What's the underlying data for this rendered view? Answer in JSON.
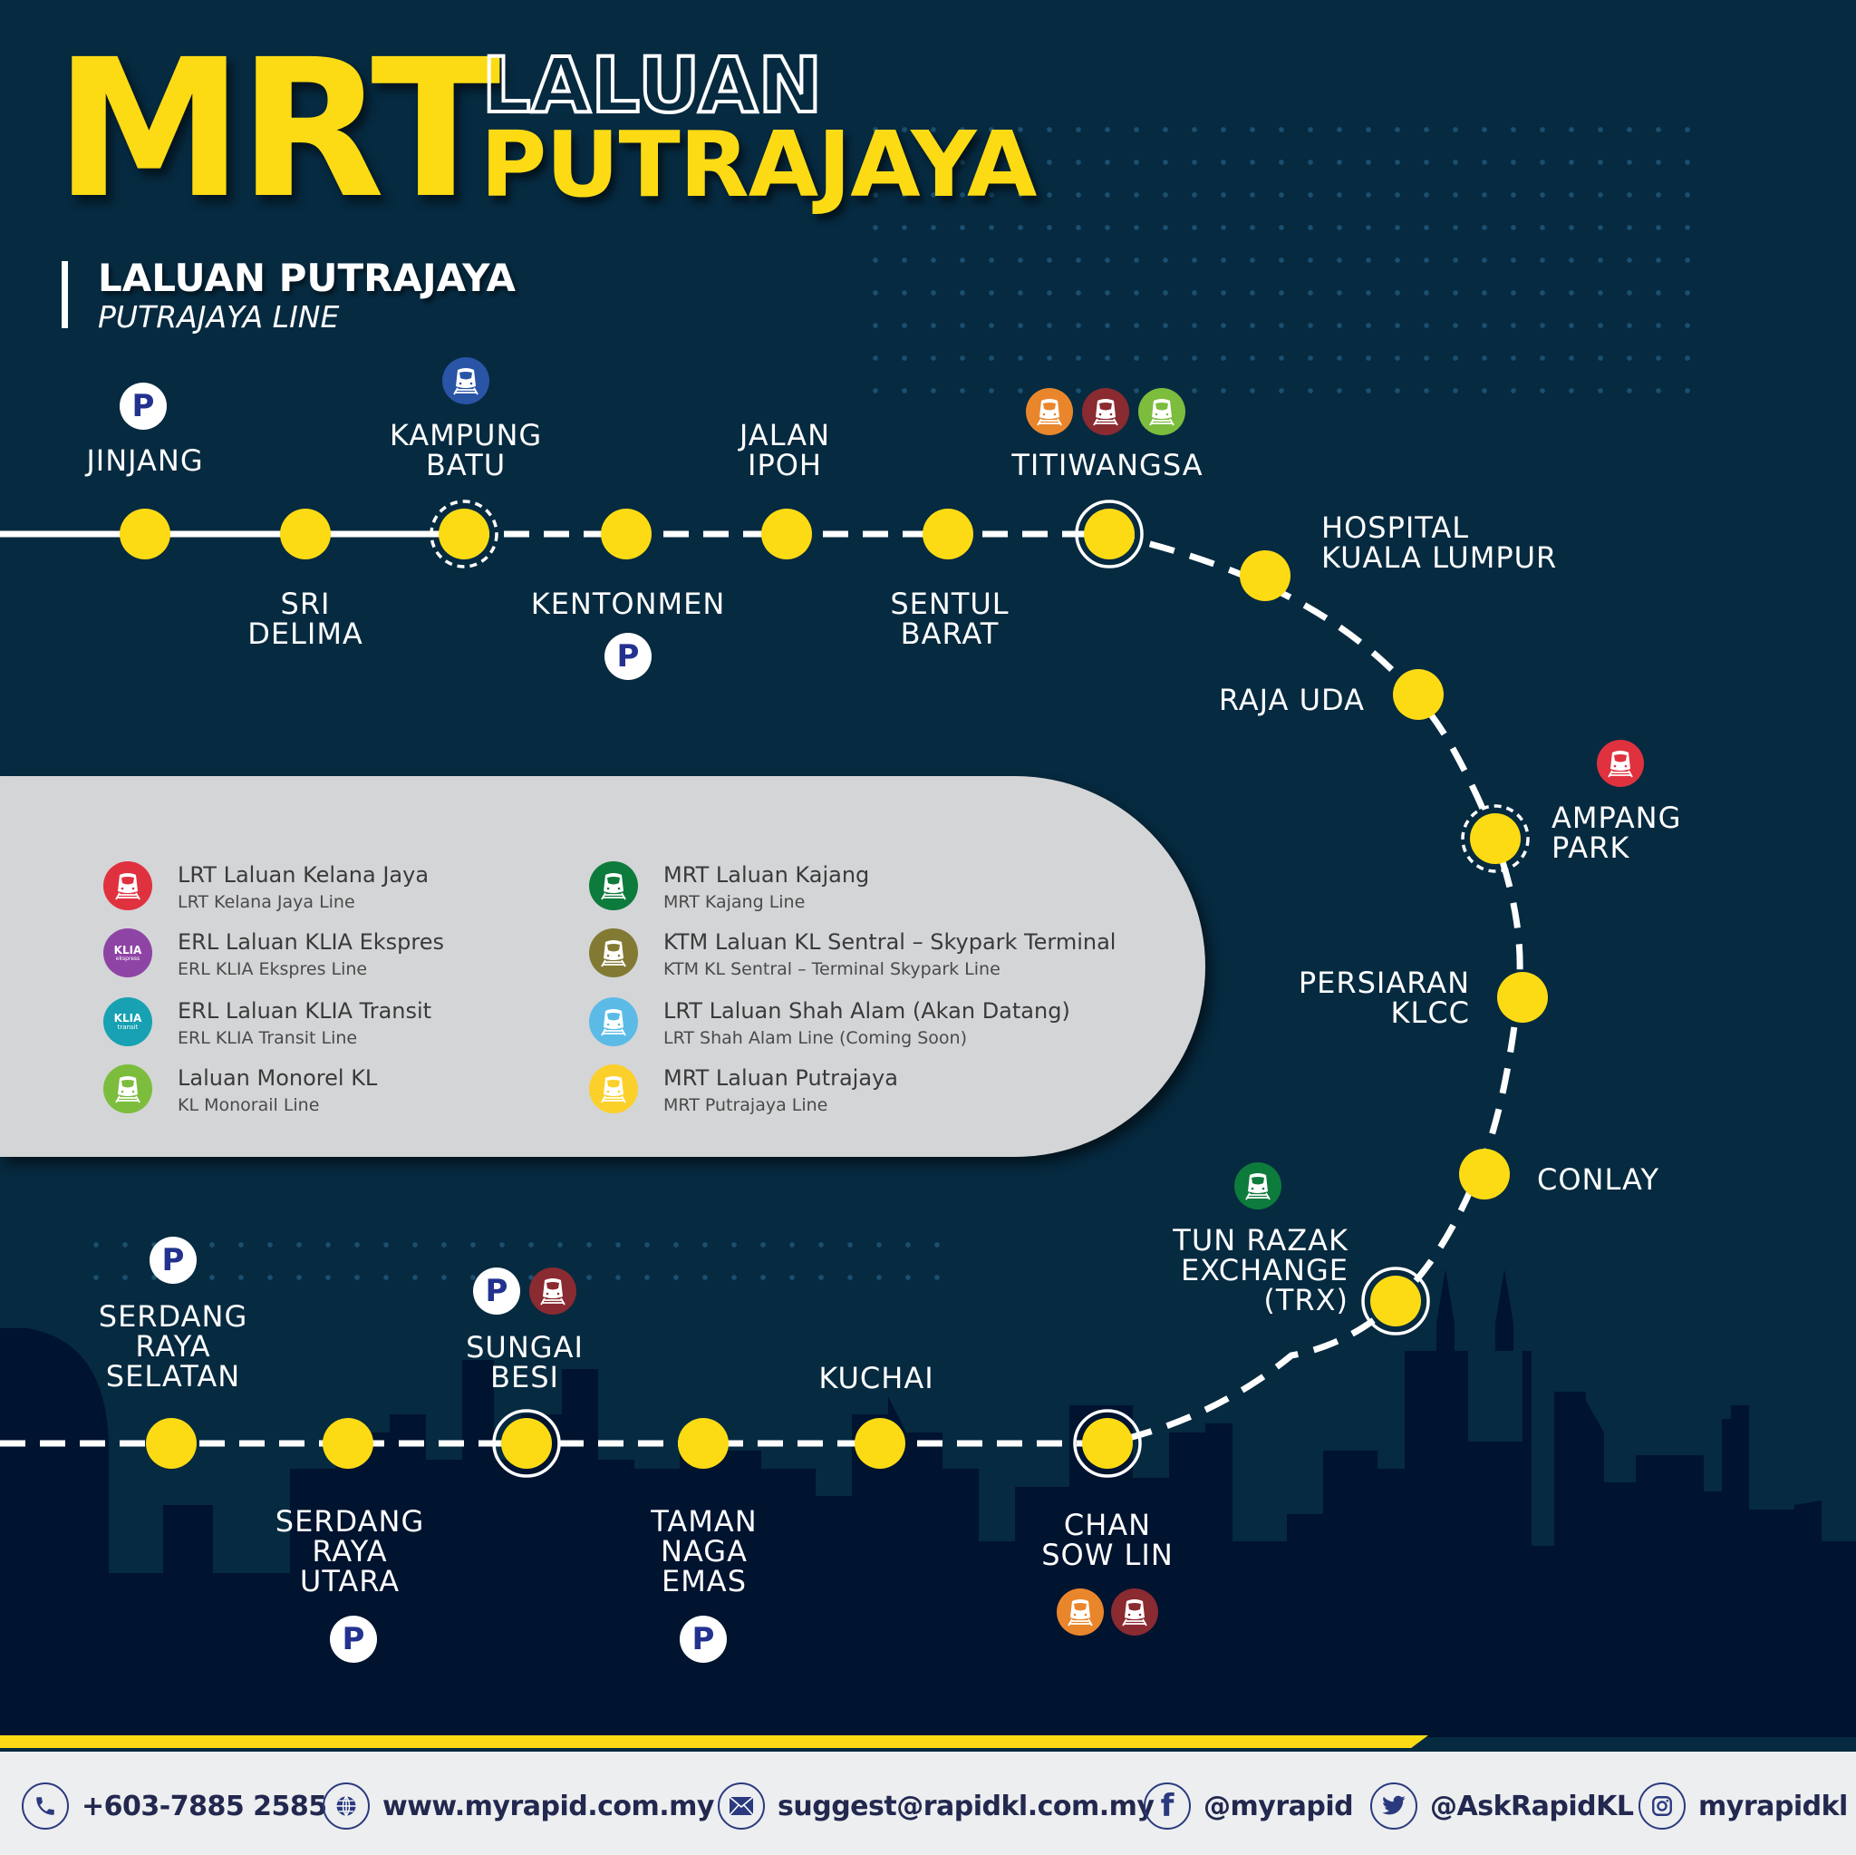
{
  "header": {
    "title_main": "MRT",
    "title_line1": "LALUAN",
    "title_line2": "PUTRAJAYA",
    "subtitle": "LALUAN PUTRAJAYA",
    "subtitle_en": "PUTRAJAYA LINE"
  },
  "colors": {
    "background": "#062a40",
    "skyline": "#00132f",
    "accent_yellow": "#fcdb14",
    "legend_bg": "#d4d5d7",
    "footer_bg": "#eceef0",
    "footer_text": "#23284f"
  },
  "stations": [
    {
      "name": "JINJANG",
      "interchange": false,
      "facilities": [
        "parking"
      ]
    },
    {
      "name": "SRI\nDELIMA",
      "interchange": false,
      "facilities": []
    },
    {
      "name": "KAMPUNG\nBATU",
      "interchange": "future",
      "facilities": [
        "ktm-line"
      ]
    },
    {
      "name": "KENTONMEN",
      "interchange": false,
      "facilities": [
        "parking"
      ]
    },
    {
      "name": "JALAN\nIPOH",
      "interchange": false,
      "facilities": []
    },
    {
      "name": "SENTUL\nBARAT",
      "interchange": false,
      "facilities": []
    },
    {
      "name": "TITIWANGSA",
      "interchange": true,
      "facilities": [
        "lrt-ampang-line",
        "lrt-sri-petaling-line",
        "monorail-line"
      ]
    },
    {
      "name": "HOSPITAL\nKUALA LUMPUR",
      "interchange": false,
      "facilities": []
    },
    {
      "name": "RAJA UDA",
      "interchange": false,
      "facilities": []
    },
    {
      "name": "AMPANG\nPARK",
      "interchange": "future",
      "facilities": [
        "lrt-kelana-jaya-line"
      ]
    },
    {
      "name": "PERSIARAN\nKLCC",
      "interchange": false,
      "facilities": []
    },
    {
      "name": "CONLAY",
      "interchange": false,
      "facilities": []
    },
    {
      "name": "TUN RAZAK\nEXCHANGE\n(TRX)",
      "interchange": true,
      "facilities": [
        "mrt-kajang-line"
      ]
    },
    {
      "name": "CHAN\nSOW LIN",
      "interchange": true,
      "facilities": [
        "lrt-ampang-line",
        "lrt-sri-petaling-line"
      ]
    },
    {
      "name": "KUCHAI",
      "interchange": false,
      "facilities": []
    },
    {
      "name": "TAMAN\nNAGA\nEMAS",
      "interchange": false,
      "facilities": [
        "parking"
      ]
    },
    {
      "name": "SUNGAI\nBESI",
      "interchange": true,
      "facilities": [
        "parking",
        "lrt-sri-petaling-line"
      ]
    },
    {
      "name": "SERDANG\nRAYA\nUTARA",
      "interchange": false,
      "facilities": [
        "parking"
      ]
    },
    {
      "name": "SERDANG\nRAYA\nSELATAN",
      "interchange": false,
      "facilities": [
        "parking"
      ]
    }
  ],
  "parking_label": "P",
  "legend": {
    "items": [
      {
        "main": "LRT Laluan Kelana Jaya",
        "sub": "LRT Kelana Jaya Line",
        "color": "#e0313f",
        "icon": "train-icon"
      },
      {
        "main": "ERL Laluan KLIA Ekspres",
        "sub": "ERL KLIA Ekspres Line",
        "color": "#8e44a5",
        "icon": "klia-ekspres-icon",
        "icon_text": "KLIA",
        "icon_sub": "ekspress"
      },
      {
        "main": "ERL Laluan KLIA Transit",
        "sub": "ERL KLIA Transit Line",
        "color": "#17a1b3",
        "icon": "klia-transit-icon",
        "icon_text": "KLIA",
        "icon_sub": "transit"
      },
      {
        "main": "Laluan Monorel KL",
        "sub": "KL Monorail Line",
        "color": "#7cbd3d",
        "icon": "train-icon"
      },
      {
        "main": "MRT Laluan Kajang",
        "sub": "MRT Kajang Line",
        "color": "#0d7b3b",
        "icon": "mrt-train-icon"
      },
      {
        "main": "KTM Laluan KL Sentral – Skypark Terminal",
        "sub": "KTM KL Sentral – Terminal Skypark Line",
        "color": "#827a33",
        "icon": "train-icon"
      },
      {
        "main": "LRT Laluan Shah Alam (Akan Datang)",
        "sub": "LRT Shah Alam Line (Coming Soon)",
        "color": "#5bbbe6",
        "icon": "train-icon"
      },
      {
        "main": "MRT Laluan Putrajaya",
        "sub": "MRT Putrajaya Line",
        "color": "#fcd02b",
        "icon": "mrt-train-icon"
      }
    ]
  },
  "line_colors": {
    "lrt-ampang-line": "#e9862c",
    "lrt-sri-petaling-line": "#8a2a31",
    "monorail-line": "#7cbd3d",
    "lrt-kelana-jaya-line": "#e0313f",
    "mrt-kajang-line": "#0d7b3b",
    "ktm-line": "#2a54a6"
  },
  "footer": {
    "phone": "+603-7885 2585",
    "website": "www.myrapid.com.my",
    "email": "suggest@rapidkl.com.my",
    "facebook": "@myrapid",
    "twitter": "@AskRapidKL",
    "instagram": "myrapidkl"
  }
}
